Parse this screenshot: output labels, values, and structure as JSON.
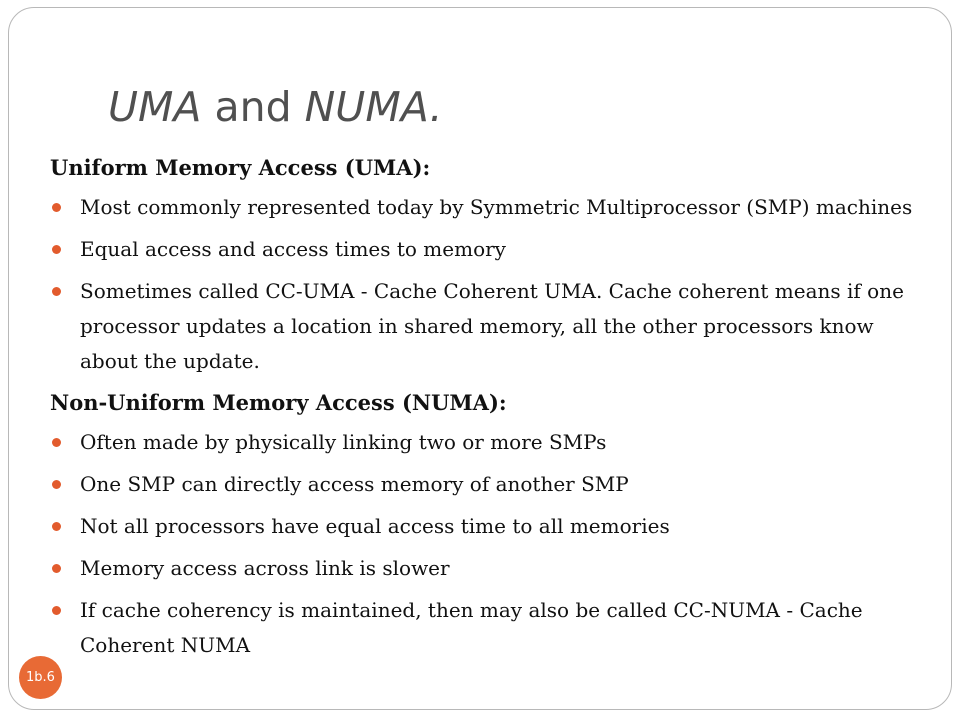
{
  "slide": {
    "title_part1": "UMA",
    "title_part2": " and ",
    "title_part3": "NUMA.",
    "slide_number": "1b.6"
  },
  "sections": [
    {
      "heading": "Uniform Memory Access (UMA):",
      "bullets": [
        "Most commonly represented today by Symmetric Multiprocessor (SMP) machines",
        "Equal access and access times to memory",
        "Sometimes called CC-UMA - Cache Coherent UMA. Cache coherent means if one processor updates a location in shared memory, all the other processors know about the update."
      ]
    },
    {
      "heading": "Non-Uniform Memory Access (NUMA):",
      "bullets": [
        "Often made by physically linking two or more SMPs",
        "One SMP can directly access memory of another SMP",
        "Not all processors have equal access time to all memories",
        "Memory access across link is slower",
        "If cache coherency is maintained, then may also be called CC-NUMA - Cache Coherent NUMA"
      ]
    }
  ],
  "colors": {
    "accent": "#e25b2d",
    "title": "#505050",
    "badge": "#e86a35",
    "frame_border": "#b8b8b8"
  }
}
